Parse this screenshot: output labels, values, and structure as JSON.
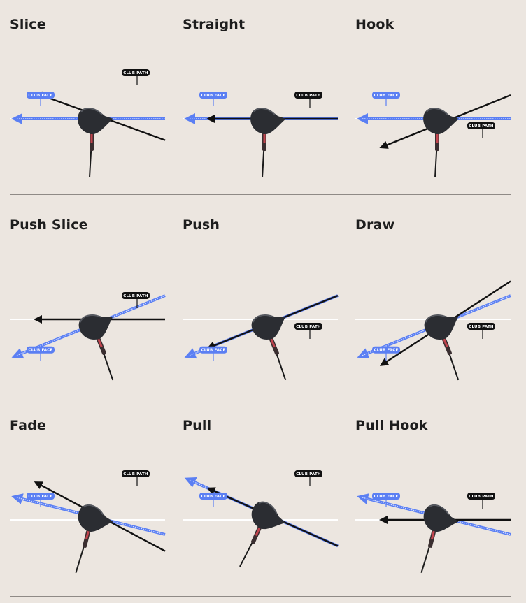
{
  "labels": {
    "club_face": "CLUB FACE",
    "club_path": "CLUB PATH"
  },
  "colors": {
    "background": "#ece6e0",
    "club_face_line": "#5b7ff3",
    "club_path_line": "#111111",
    "target_line": "#ffffff",
    "club_head": "#2b2d32"
  },
  "rows": [
    {
      "shots": [
        {
          "title": "Slice",
          "face_deg": 0,
          "path_deg": -20
        },
        {
          "title": "Straight",
          "face_deg": 0,
          "path_deg": 0
        },
        {
          "title": "Hook",
          "face_deg": 0,
          "path_deg": 22
        }
      ]
    },
    {
      "shots": [
        {
          "title": "Push Slice",
          "face_deg": 22,
          "path_deg": 0
        },
        {
          "title": "Push",
          "face_deg": 22,
          "path_deg": 22
        },
        {
          "title": "Draw",
          "face_deg": 22,
          "path_deg": 33
        }
      ]
    },
    {
      "shots": [
        {
          "title": "Fade",
          "face_deg": -14,
          "path_deg": -28
        },
        {
          "title": "Pull",
          "face_deg": -24,
          "path_deg": -24
        },
        {
          "title": "Pull Hook",
          "face_deg": -14,
          "path_deg": 0
        }
      ]
    }
  ]
}
